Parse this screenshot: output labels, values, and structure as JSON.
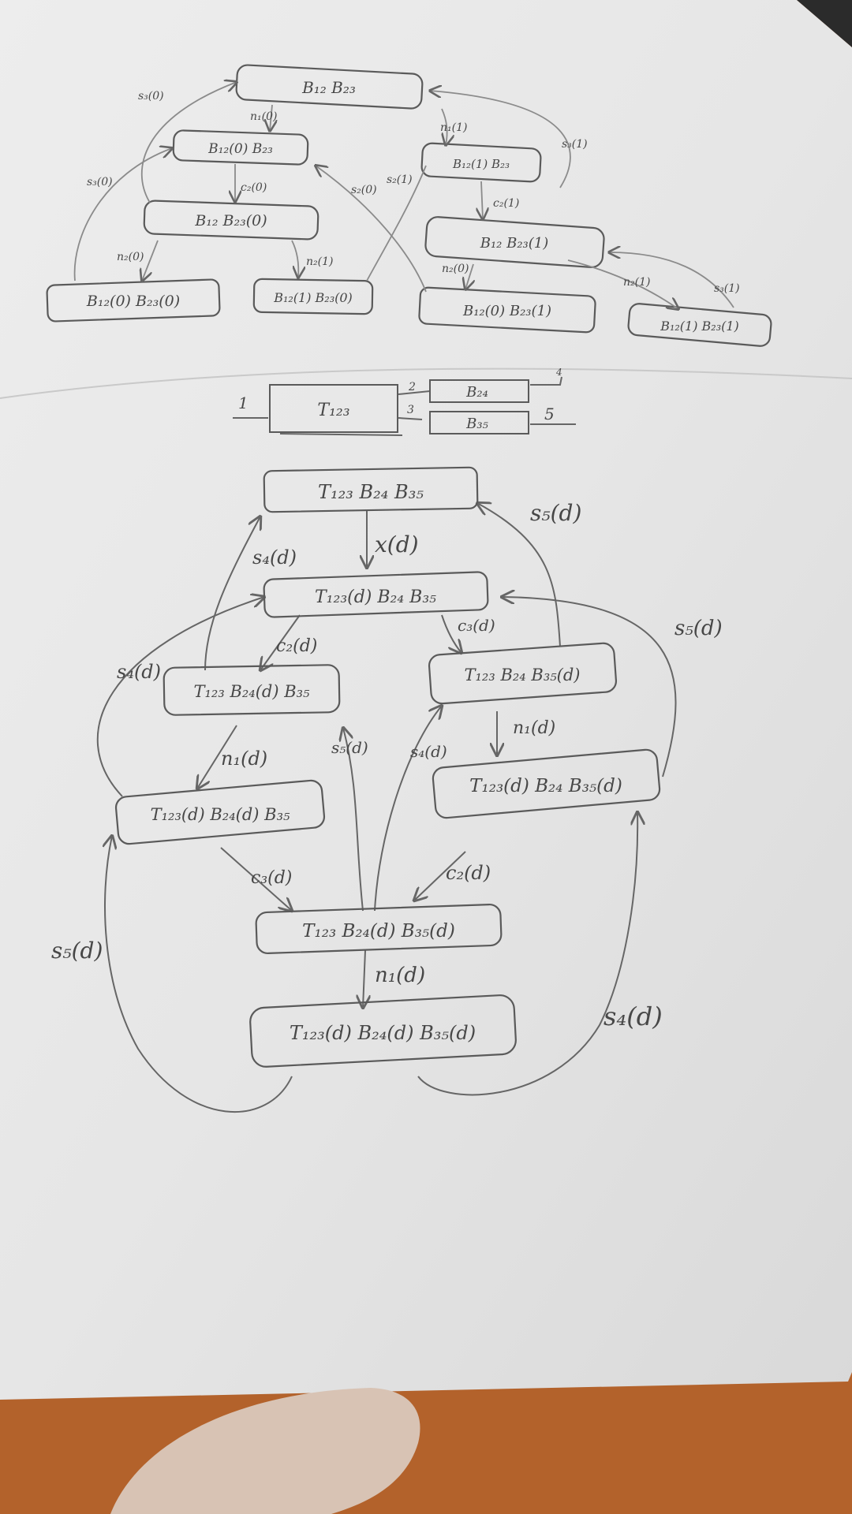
{
  "top_diagram": {
    "nodes": {
      "n1": "B₁₂  B₂₃",
      "n2": "B₁₂(0)  B₂₃",
      "n3": "B₁₂  B₂₃(0)",
      "n4": "B₁₂(1)  B₂₃",
      "n5": "B₁₂  B₂₃(1)",
      "n6": "B₁₂(0)  B₂₃(0)",
      "n7": "B₁₂(1)  B₂₃(0)",
      "n8": "B₁₂(0)  B₂₃(1)",
      "n9": "B₁₂(1)  B₂₃(1)"
    },
    "edges": {
      "e1": "n₁(0)",
      "e2": "n₁(1)",
      "e3": "c₂(0)",
      "e4": "c₂(1)",
      "e5": "s₃(0)",
      "e6": "s₃(0)",
      "e7": "s₃(1)",
      "e8": "s₃(1)",
      "e9": "n₂(0)",
      "e10": "n₂(1)",
      "e11": "n₂(0)",
      "e12": "n₂(1)",
      "e13": "s₂(1)",
      "e14": "s₂(0)"
    }
  },
  "network": {
    "input": "1",
    "station": "T₁₂₃",
    "out_top_num": "2",
    "out_bottom_num": "3",
    "queue_top": "B₂₄",
    "queue_bottom": "B₃₅",
    "exit_top": "4",
    "exit_bottom": "5"
  },
  "bottom_diagram": {
    "nodes": {
      "m1": "T₁₂₃  B₂₄  B₃₅",
      "m2": "T₁₂₃(d)  B₂₄  B₃₅",
      "m3": "T₁₂₃  B₂₄(d)  B₃₅",
      "m4": "T₁₂₃  B₂₄  B₃₅(d)",
      "m5": "T₁₂₃(d)  B₂₄(d)  B₃₅",
      "m6": "T₁₂₃(d)  B₂₄  B₃₅(d)",
      "m7": "T₁₂₃  B₂₄(d)  B₃₅(d)",
      "m8": "T₁₂₃(d)  B₂₄(d)  B₃₅(d)"
    },
    "edges": {
      "f1": "x(d)",
      "f2": "c₂(d)",
      "f3": "c₃(d)",
      "f4": "n₁(d)",
      "f5": "n₁(d)",
      "f6": "c₃(d)",
      "f7": "c₂(d)",
      "f8": "n₁(d)",
      "f9": "s₄(d)",
      "f10": "s₄(d)",
      "f11": "s₅(d)",
      "f12": "s₅(d)",
      "f13": "s₅(d)",
      "f14": "s₄(d)",
      "f15": "s₅(d)",
      "f16": "s₄(d)"
    }
  }
}
